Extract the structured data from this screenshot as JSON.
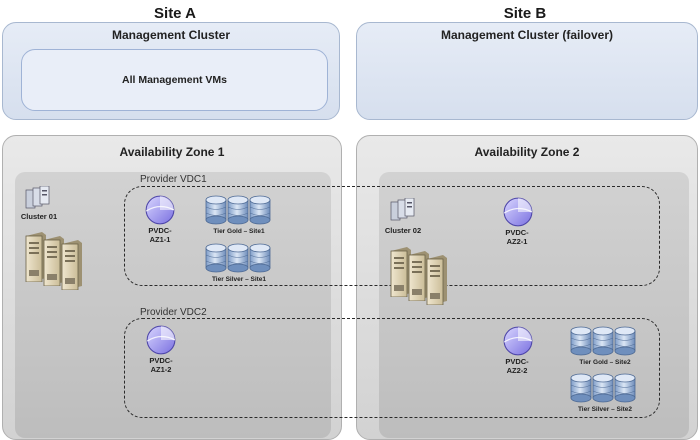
{
  "siteA": {
    "title": "Site A",
    "management_cluster": "Management Cluster",
    "vms_box": "All Management VMs",
    "az_title": "Availability Zone 1",
    "cluster_label": "Cluster 01"
  },
  "siteB": {
    "title": "Site B",
    "management_cluster": "Management Cluster (failover)",
    "az_title": "Availability Zone 2",
    "cluster_label": "Cluster 02"
  },
  "vdc1": {
    "label": "Provider VDC1",
    "pvdc_a": [
      "PVDC-",
      "AZ1-1"
    ],
    "pvdc_b": [
      "PVDC-",
      "AZ2-1"
    ],
    "tier_gold": "Tier Gold – Site1",
    "tier_silver": "Tier Silver – Site1"
  },
  "vdc2": {
    "label": "Provider VDC2",
    "pvdc_a": [
      "PVDC-",
      "AZ1-2"
    ],
    "pvdc_b": [
      "PVDC-",
      "AZ2-2"
    ],
    "tier_gold": "Tier Gold – Site2",
    "tier_silver": "Tier Silver – Site2"
  },
  "colors": {
    "mgmt_fill": "#d6dfee",
    "az_fill": "#d2d2d2",
    "pvdc_fill": "#b7b2f0",
    "disk_fill": "#b9cce6"
  },
  "icons": [
    "server-tower-icon",
    "server-rack-icon",
    "pvdc-pie-icon",
    "storage-disk-icon"
  ]
}
